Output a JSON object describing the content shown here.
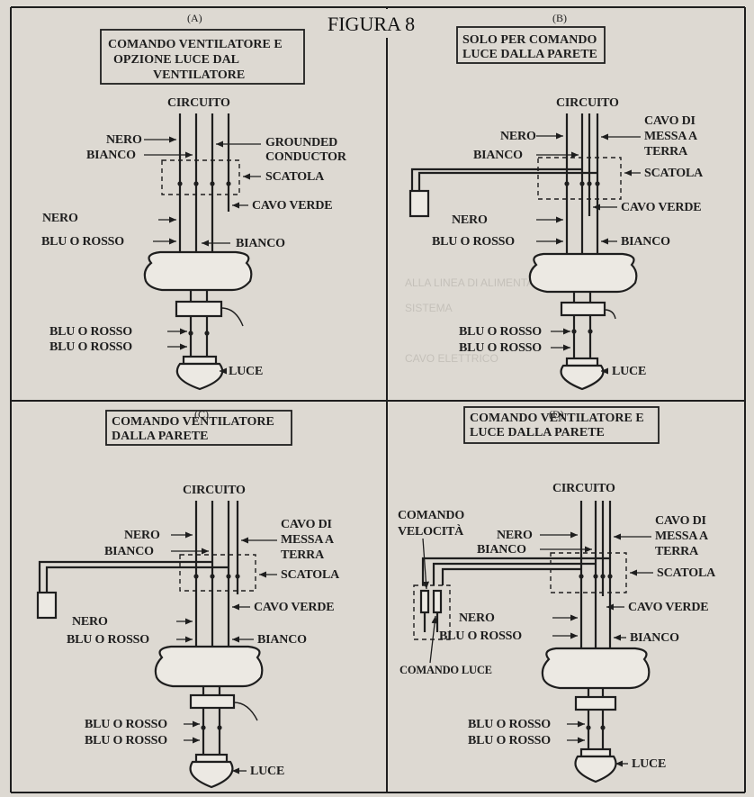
{
  "figure": {
    "title": "FIGURA 8"
  },
  "background_text": [
    "ALLA LINEA DI ALIMENTAZIONE",
    "SISTEMA",
    "CAVO ELETTRICO"
  ],
  "panels": {
    "a": {
      "letter": "(A)",
      "title": [
        "COMANDO VENTILATORE E",
        "OPZIONE LUCE DAL",
        "VENTILATORE"
      ],
      "circuit": "CIRCUITO",
      "left": [
        "NERO",
        "BIANCO",
        "NERO",
        "BLU O ROSSO"
      ],
      "right": [
        "GROUNDED",
        "CONDUCTOR",
        "SCATOLA",
        "CAVO VERDE",
        "BIANCO"
      ],
      "light": [
        "BLU O ROSSO",
        "BLU O ROSSO",
        "LUCE"
      ]
    },
    "b": {
      "letter": "(B)",
      "title": [
        "SOLO PER COMANDO",
        "LUCE DALLA PARETE"
      ],
      "circuit": "CIRCUITO",
      "left": [
        "NERO",
        "BIANCO",
        "NERO",
        "BLU O ROSSO"
      ],
      "right": [
        "CAVO DI",
        "MESSA A",
        "TERRA",
        "SCATOLA",
        "CAVO VERDE",
        "BIANCO"
      ],
      "light": [
        "BLU O ROSSO",
        "BLU O ROSSO",
        "LUCE"
      ]
    },
    "c": {
      "letter": "(C)",
      "title": [
        "COMANDO VENTILATORE",
        "DALLA PARETE"
      ],
      "circuit": "CIRCUITO",
      "left": [
        "NERO",
        "BIANCO",
        "NERO",
        "BLU O ROSSO"
      ],
      "right": [
        "CAVO DI",
        "MESSA A",
        "TERRA",
        "SCATOLA",
        "CAVO VERDE",
        "BIANCO"
      ],
      "light": [
        "BLU O ROSSO",
        "BLU O ROSSO",
        "LUCE"
      ]
    },
    "d": {
      "letter": "(D)",
      "title": [
        "COMANDO VENTILATORE E",
        "LUCE DALLA PARETE"
      ],
      "circuit": "CIRCUITO",
      "speed": [
        "COMANDO",
        "VELOCITÀ"
      ],
      "left": [
        "NERO",
        "BIANCO",
        "NERO",
        "BLU O ROSSO"
      ],
      "right": [
        "CAVO DI",
        "MESSA A",
        "TERRA",
        "SCATOLA",
        "CAVO VERDE",
        "BIANCO"
      ],
      "light_control": "COMANDO LUCE",
      "light": [
        "BLU O ROSSO",
        "BLU O ROSSO",
        "LUCE"
      ]
    }
  }
}
